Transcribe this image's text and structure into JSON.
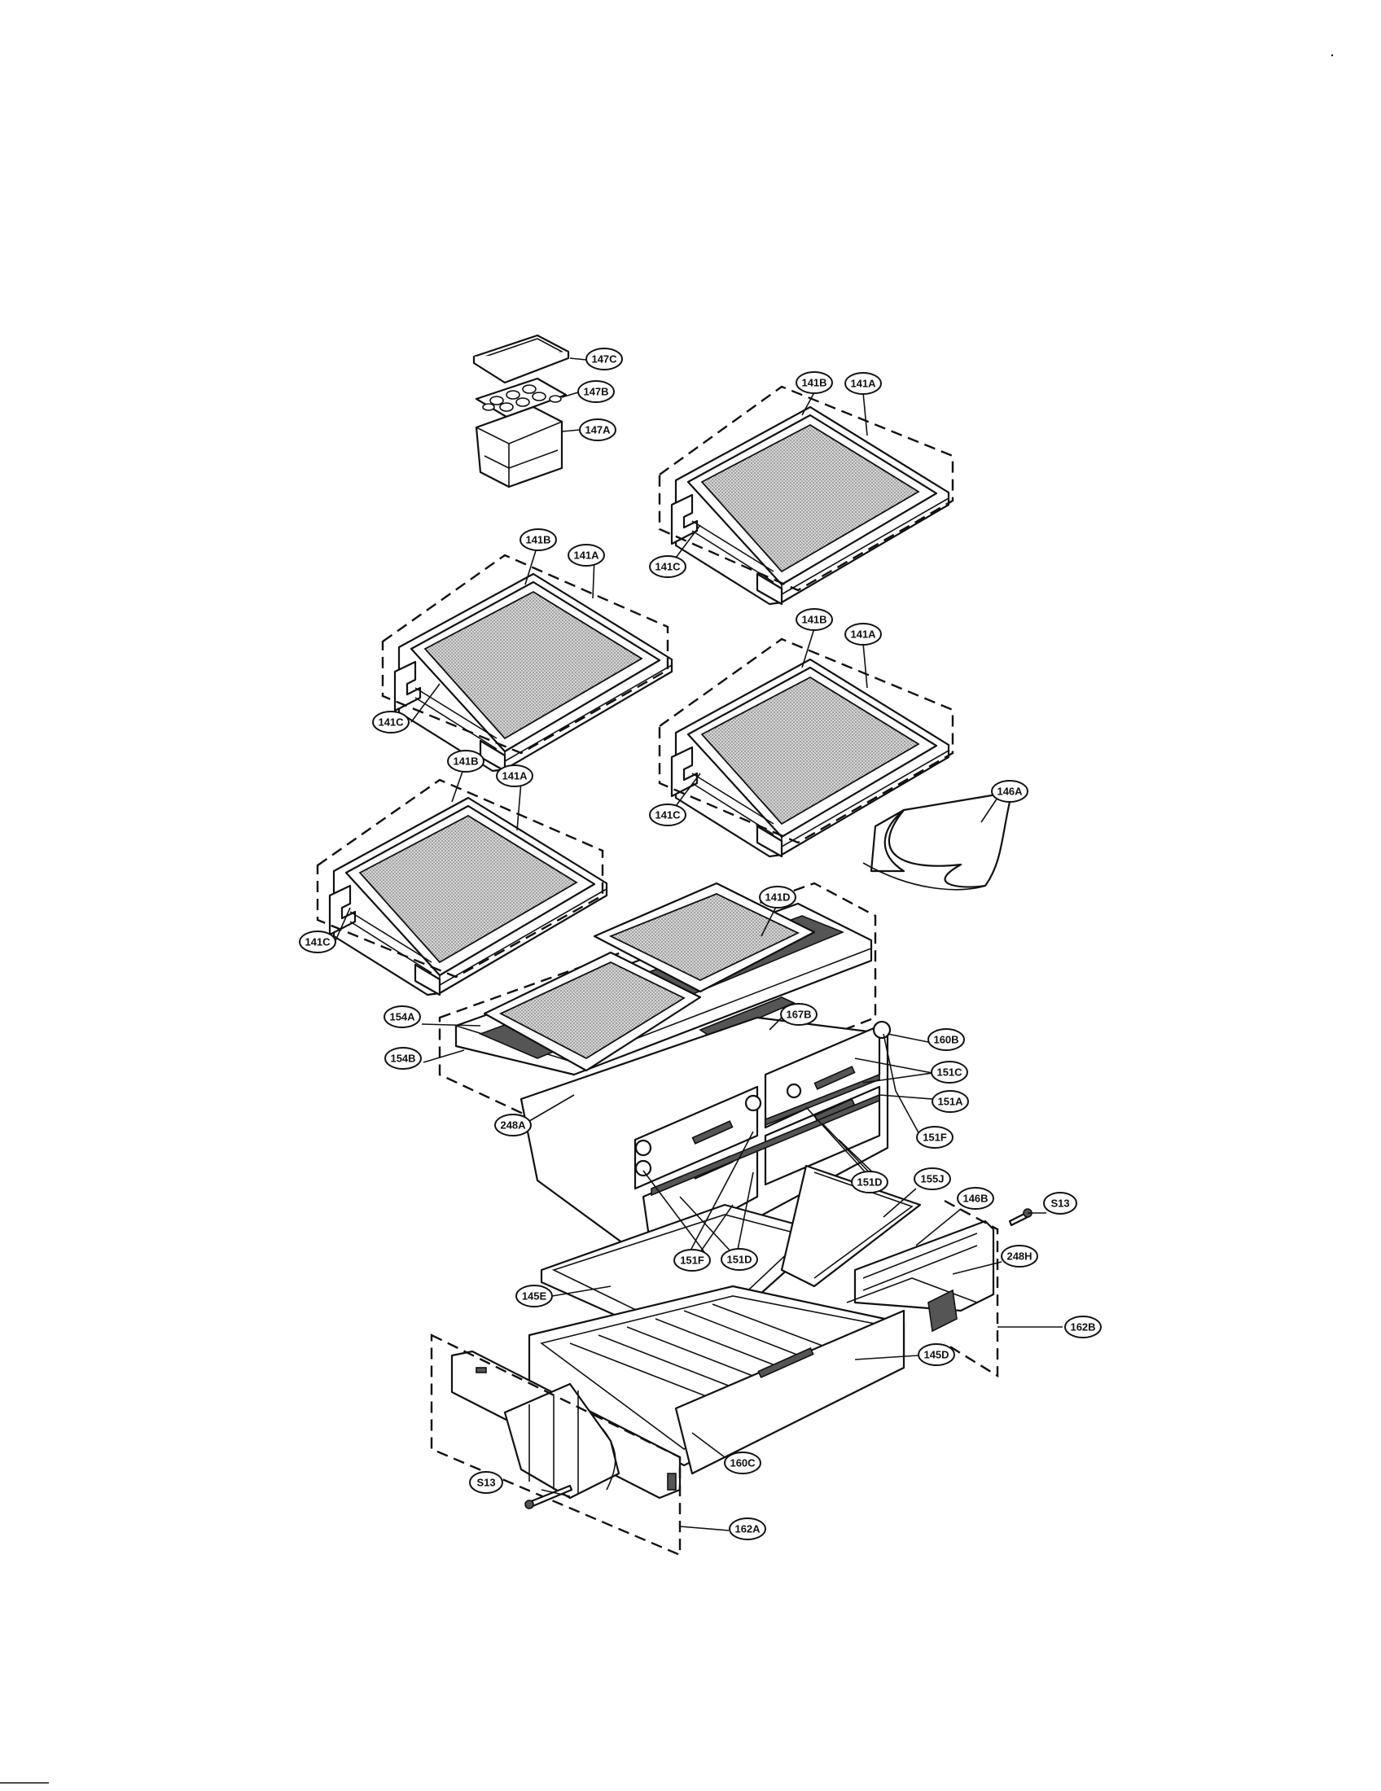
{
  "callouts": [
    {
      "id": "c-147c",
      "label": "147C"
    },
    {
      "id": "c-147b",
      "label": "147B"
    },
    {
      "id": "c-147a",
      "label": "147A"
    },
    {
      "id": "c-141b-1",
      "label": "141B"
    },
    {
      "id": "c-141a-1",
      "label": "141A"
    },
    {
      "id": "c-141c-1",
      "label": "141C"
    },
    {
      "id": "c-141b-2",
      "label": "141B"
    },
    {
      "id": "c-141a-2",
      "label": "141A"
    },
    {
      "id": "c-141c-2",
      "label": "141C"
    },
    {
      "id": "c-141b-3",
      "label": "141B"
    },
    {
      "id": "c-141a-3",
      "label": "141A"
    },
    {
      "id": "c-141c-3",
      "label": "141C"
    },
    {
      "id": "c-146a",
      "label": "146A"
    },
    {
      "id": "c-141b-4",
      "label": "141B"
    },
    {
      "id": "c-141a-4",
      "label": "141A"
    },
    {
      "id": "c-141c-4",
      "label": "141C"
    },
    {
      "id": "c-141d",
      "label": "141D"
    },
    {
      "id": "c-154a",
      "label": "154A"
    },
    {
      "id": "c-167b",
      "label": "167B"
    },
    {
      "id": "c-154b",
      "label": "154B"
    },
    {
      "id": "c-160b",
      "label": "160B"
    },
    {
      "id": "c-151c",
      "label": "151C"
    },
    {
      "id": "c-151a",
      "label": "151A"
    },
    {
      "id": "c-248a",
      "label": "248A"
    },
    {
      "id": "c-151f-1",
      "label": "151F"
    },
    {
      "id": "c-151d-1",
      "label": "151D"
    },
    {
      "id": "c-155j",
      "label": "155J"
    },
    {
      "id": "c-146b",
      "label": "146B"
    },
    {
      "id": "c-s13-1",
      "label": "S13"
    },
    {
      "id": "c-151f-2",
      "label": "151F"
    },
    {
      "id": "c-151d-2",
      "label": "151D"
    },
    {
      "id": "c-248h",
      "label": "248H"
    },
    {
      "id": "c-145e",
      "label": "145E"
    },
    {
      "id": "c-162b",
      "label": "162B"
    },
    {
      "id": "c-145d",
      "label": "145D"
    },
    {
      "id": "c-160c",
      "label": "160C"
    },
    {
      "id": "c-s13-2",
      "label": "S13"
    },
    {
      "id": "c-162a",
      "label": "162A"
    }
  ]
}
